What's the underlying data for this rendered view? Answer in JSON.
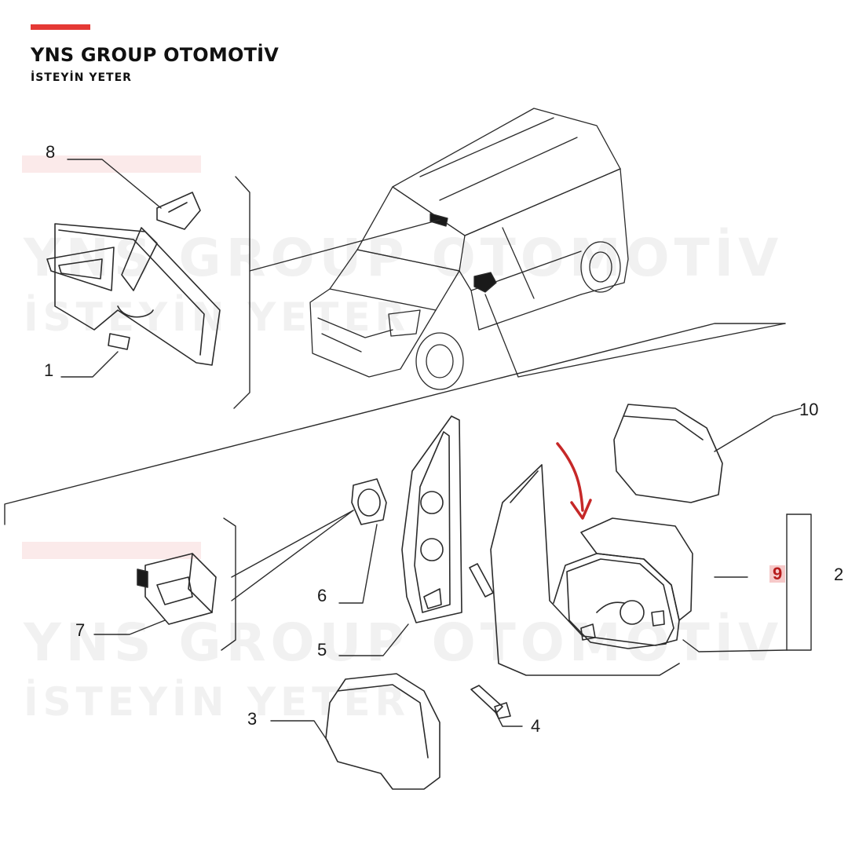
{
  "brand": {
    "title": "YNS GROUP OTOMOTİV",
    "subtitle": "İSTEYİN YETER",
    "accent": "#e53935"
  },
  "watermark": {
    "line1": "YNS GROUP OTOMOTİV",
    "line2": "İSTEYİN YETER"
  },
  "callouts": {
    "c1": "1",
    "c2": "2",
    "c3": "3",
    "c4": "4",
    "c5": "5",
    "c6": "6",
    "c7": "7",
    "c8": "8",
    "c9": "9",
    "c10": "10"
  },
  "colors": {
    "line": "#2b2b2b",
    "highlight_bg": "#f6c9c9",
    "arrow": "#c62828"
  }
}
